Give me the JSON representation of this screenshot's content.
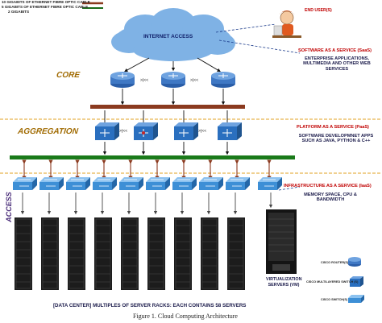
{
  "legend": {
    "items": [
      {
        "label": "10 GIGABITS OF ETHERNET FIBRE OPTIC CABLE",
        "color": "#8b3a1f"
      },
      {
        "label": "5 GIGABITS OF ETHERNET FIBRE OPTIC CABLE",
        "color": "#1a6b1a"
      },
      {
        "label": "2 GIGABITS",
        "color": "#555555"
      }
    ]
  },
  "cloud": {
    "label": "INTERNET ACCESS"
  },
  "end_users": {
    "label": "END USER(S)"
  },
  "layers": {
    "core": "CORE",
    "aggregation": "AGGREGATION",
    "access": "ACCESS"
  },
  "services": {
    "saas": {
      "title": "SOFTWARE AS A SERVICE (SaaS)",
      "desc": "ENTERPRISE APPLICATIONS, MULTIMEDIA AND OTHER WEB SERVICES"
    },
    "paas": {
      "title": "PLATFORM AS A SERVICE (PaaS)",
      "desc": "SOFTWARE DEVELOPMNET APPS SUCH AS JAVA, PYTHON & C++"
    },
    "iaas": {
      "title": "INFRASTRUCTURE AS A SERVICE (IaaS)",
      "desc": "MEMORY SPACE, CPU & BANDWIDTH"
    }
  },
  "link_symbol": ">|<<",
  "data_center": {
    "prefix": "[DATA CENTER]",
    "text": "MULTIPLES OF SERVER RACKS: EACH CONTAINS 58 SERVERS"
  },
  "virtualization": {
    "label": "VIRTUALIZATION SERVERS (VM)"
  },
  "device_legend": {
    "router": "CISCO ROUTER(S)",
    "multilayer": "CISCO MULTILAYERED SWITCH (S)",
    "switch": "CISCO SWITCH(S)"
  },
  "caption": "Figure 1. Cloud Computing Architecture",
  "colors": {
    "core_bar": "#8b3a1f",
    "agg_bar": "#1a7a1a",
    "dashed_line": "#e0a020",
    "cloud": "#7fb2e5",
    "router": "#3f78c4",
    "multilayer": "#2a6fbf",
    "switch": "#3d8fd6",
    "rack": "#1c1c1c",
    "layer_label": "#a06a00",
    "access_label": "#4a2d7a"
  }
}
